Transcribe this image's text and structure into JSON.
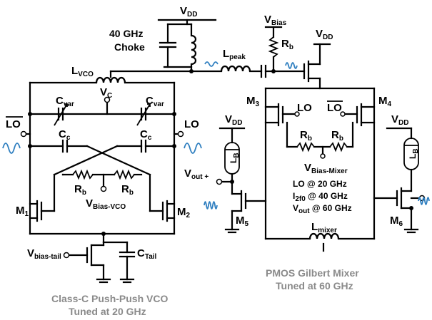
{
  "labels": {
    "vdd_top": "V",
    "vdd_top_sub": "DD",
    "choke_line1": "40 GHz",
    "choke_line2": "Choke",
    "vbias_top": "V",
    "vbias_top_sub": "Bias",
    "rb_top": "R",
    "rb_top_sub": "b",
    "vdd_mix": "V",
    "vdd_mix_sub": "DD",
    "lpeak": "L",
    "lpeak_sub": "peak",
    "lvco": "L",
    "lvco_sub": "VCO",
    "vc": "V",
    "vc_sub": "C",
    "cvar_left": "C",
    "cvar_left_sub": "var",
    "cvar_right": "C",
    "cvar_right_sub": "var",
    "lo_bar_left": "LO",
    "lo_right": "LO",
    "cc_left": "C",
    "cc_left_sub": "c",
    "cc_right": "C",
    "cc_right_sub": "c",
    "rb_vco_left": "R",
    "rb_vco_left_sub": "b",
    "rb_vco_right": "R",
    "rb_vco_right_sub": "b",
    "vbias_vco": "V",
    "vbias_vco_sub": "Bias-VCO",
    "m1": "M",
    "m1_sub": "1",
    "m2": "M",
    "m2_sub": "2",
    "vbias_tail": "V",
    "vbias_tail_sub": "bias-tail",
    "ctail": "C",
    "ctail_sub": "Tail",
    "m3": "M",
    "m3_sub": "3",
    "m4": "M",
    "m4_sub": "4",
    "lo_m3": "LO",
    "lo_bar_m4": "LO",
    "rb_mix_left": "R",
    "rb_mix_left_sub": "b",
    "rb_mix_right": "R",
    "rb_mix_right_sub": "b",
    "vbias_mixer": "V",
    "vbias_mixer_sub": "Bias-Mixer",
    "freq_lo": "LO @ 20 GHz",
    "freq_i_main": "I",
    "freq_i_sub": "2f0",
    "freq_i_rest": " @ 40 GHz",
    "freq_vout_main": "V",
    "freq_vout_sub": "out",
    "freq_vout_rest": " @ 60 GHz",
    "lmixer": "L",
    "lmixer_sub": "mixer",
    "vdd_left_buf": "V",
    "vdd_left_buf_sub": "DD",
    "vdd_right_buf": "V",
    "vdd_right_buf_sub": "DD",
    "lb_left": "L",
    "lb_left_sub": "B",
    "lb_right": "L",
    "lb_right_sub": "B",
    "vout_plus": "V",
    "vout_plus_sub": "out +",
    "m5": "M",
    "m5_sub": "5",
    "m6": "M",
    "m6_sub": "6"
  },
  "captions": {
    "vco_line1": "Class-C Push-Push VCO",
    "vco_line2": "Tuned at 20 GHz",
    "mixer_line1": "PMOS Gilbert Mixer",
    "mixer_line2": "Tuned at 60 GHz"
  },
  "colors": {
    "waveform": "#2f7fc0",
    "caption": "#8a8a8a",
    "wire": "#000000"
  }
}
